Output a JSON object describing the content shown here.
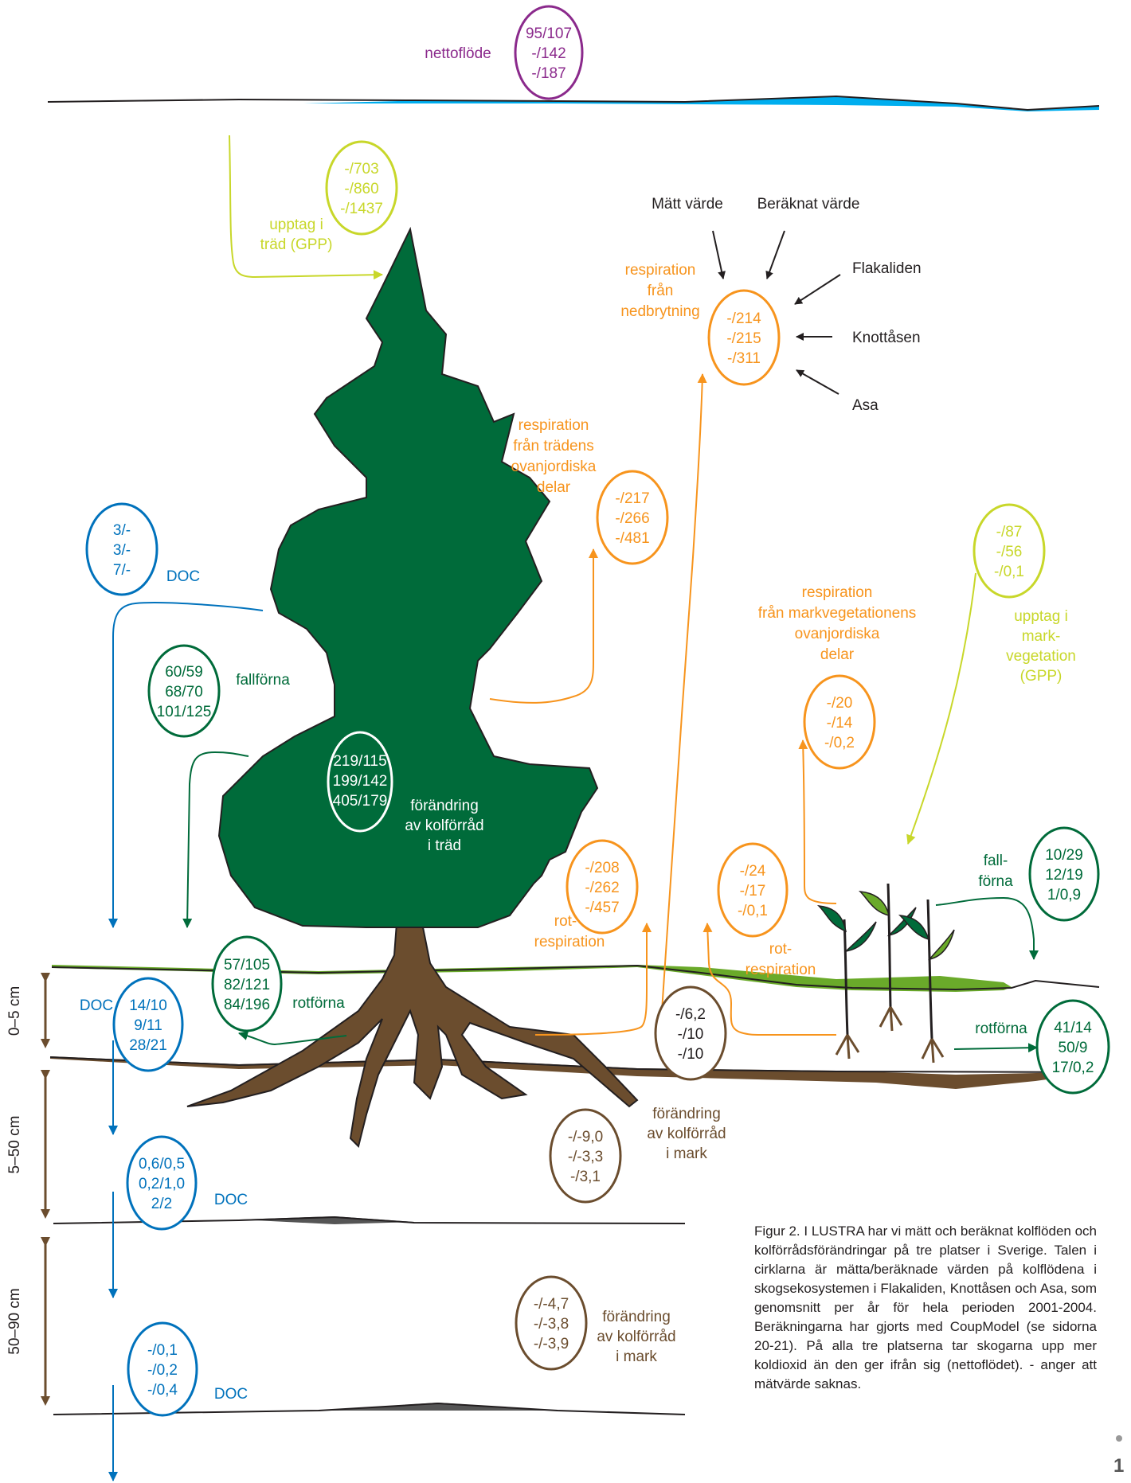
{
  "colors": {
    "purple": "#8b2a8c",
    "lime": "#c8d72a",
    "orange": "#f7941d",
    "green": "#006b3a",
    "blue": "#0072bc",
    "brown": "#6b4d2e",
    "black": "#231f20",
    "tree": "#006b3a",
    "grass": "#6aaa2a",
    "water": "#00aeef"
  },
  "legend": {
    "measured": "Mätt värde",
    "calculated": "Beräknat värde",
    "site1": "Flakaliden",
    "site2": "Knottåsen",
    "site3": "Asa"
  },
  "net_flux": {
    "label": "nettoflöde",
    "values": [
      "95/107",
      "-/142",
      "-/187"
    ]
  },
  "tree_gpp": {
    "label": [
      "upptag i",
      "träd (GPP)"
    ],
    "values": [
      "-/703",
      "-/860",
      "-/1437"
    ]
  },
  "decomp_resp": {
    "label": [
      "respiration",
      "från",
      "nedbrytning"
    ],
    "values": [
      "-/214",
      "-/215",
      "-/311"
    ]
  },
  "tree_resp": {
    "label": [
      "respiration",
      "från trädens",
      "ovanjordiska",
      "delar"
    ],
    "values": [
      "-/217",
      "-/266",
      "-/481"
    ]
  },
  "doc_top": {
    "label": "DOC",
    "values": [
      "3/-",
      "3/-",
      "7/-"
    ]
  },
  "litterfall": {
    "label": "fallförna",
    "values": [
      "60/59",
      "68/70",
      "101/125"
    ]
  },
  "tree_storage": {
    "label": [
      "förändring",
      "av kolförråd",
      "i träd"
    ],
    "values": [
      "219/115",
      "199/142",
      "405/179"
    ]
  },
  "ground_gpp": {
    "label": [
      "upptag i",
      "mark-",
      "vegetation",
      "(GPP)"
    ],
    "values": [
      "-/87",
      "-/56",
      "-/0,1"
    ]
  },
  "ground_resp": {
    "label": [
      "respiration",
      "från markvegetationens",
      "ovanjordiska",
      "delar"
    ],
    "values": [
      "-/20",
      "-/14",
      "-/0,2"
    ]
  },
  "tree_root_resp": {
    "label": [
      "rot-",
      "respiration"
    ],
    "values": [
      "-/208",
      "-/262",
      "-/457"
    ]
  },
  "ground_root_resp": {
    "label": [
      "rot-",
      "respiration"
    ],
    "values": [
      "-/24",
      "-/17",
      "-/0,1"
    ]
  },
  "ground_litterfall": {
    "label": [
      "fall-",
      "förna"
    ],
    "values": [
      "10/29",
      "12/19",
      "1/0,9"
    ]
  },
  "root_litter": {
    "label": "rotförna",
    "values": [
      "57/105",
      "82/121",
      "84/196"
    ]
  },
  "ground_root_litter": {
    "label": "rotförna",
    "values": [
      "41/14",
      "50/9",
      "17/0,2"
    ]
  },
  "soil_storage_top": {
    "values": [
      "-/6,2",
      "-/10",
      "-/10"
    ]
  },
  "soil_storage_mid": {
    "label": [
      "förändring",
      "av kolförråd",
      "i mark"
    ],
    "values": [
      "-/-9,0",
      "-/-3,3",
      "-/3,1"
    ]
  },
  "soil_storage_deep": {
    "label": [
      "förändring",
      "av kolförråd",
      "i mark"
    ],
    "values": [
      "-/-4,7",
      "-/-3,8",
      "-/-3,9"
    ]
  },
  "doc_0_5": {
    "label": "DOC",
    "values": [
      "14/10",
      "9/11",
      "28/21"
    ]
  },
  "doc_5_50": {
    "label": "DOC",
    "values": [
      "0,6/0,5",
      "0,2/1,0",
      "2/2"
    ]
  },
  "doc_50_90": {
    "label": "DOC",
    "values": [
      "-/0,1",
      "-/0,2",
      "-/0,4"
    ]
  },
  "depths": [
    "0–5 cm",
    "5–50 cm",
    "50–90 cm"
  ],
  "caption": "Figur 2. I LUSTRA har vi mätt och beräknat kolflöden och kolförrådsförändringar på tre platser i Sverige. Talen i cirklarna är mätta/beräknade värden på kolflödena i skogsekosystemen i Flakaliden, Knottåsen och Asa, som genomsnitt per år för hela perioden 2001-2004. Beräkningarna har gjorts med CoupModel (se sidorna 20-21). På alla tre platserna tar skogarna upp mer koldioxid än den ger ifrån sig (nettoflödet). - anger att mätvärde saknas.",
  "page_number": "1"
}
